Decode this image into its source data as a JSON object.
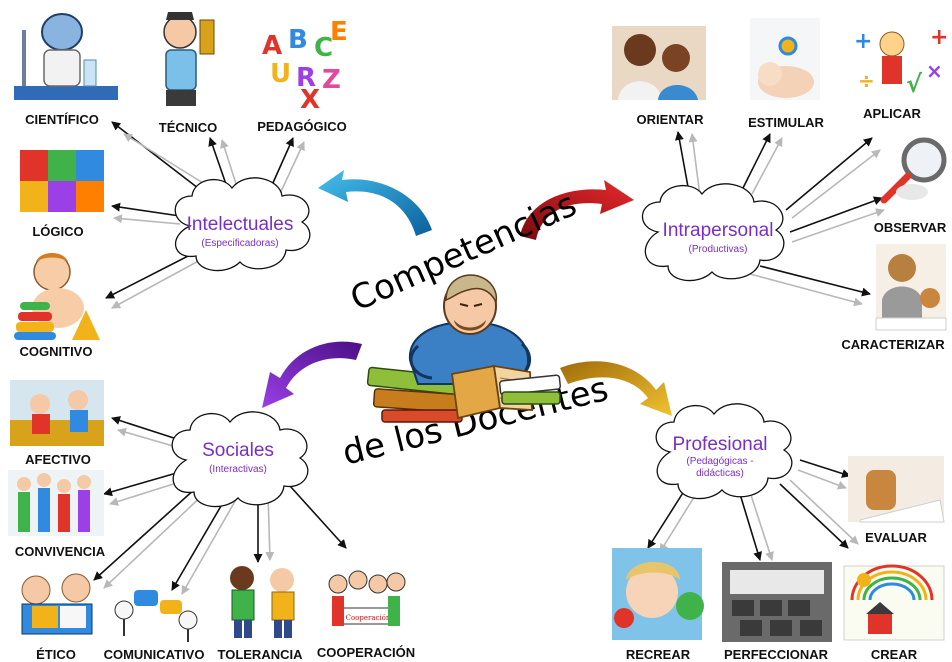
{
  "center": {
    "line1": "Competencias",
    "line2": "de los Docentes"
  },
  "clouds": {
    "intelectuales": {
      "title": "Intelectuales",
      "subtitle": "(Especificadoras)"
    },
    "intrapersonal": {
      "title": "Intrapersonal",
      "subtitle": "(Productivas)"
    },
    "sociales": {
      "title": "Sociales",
      "subtitle": "(Interactivas)"
    },
    "profesional": {
      "title": "Profesional",
      "subtitle_line1": "(Pedagógicas -",
      "subtitle_line2": "didácticas)"
    }
  },
  "labels": {
    "cientifico": "CIENTÍFICO",
    "tecnico": "TÉCNICO",
    "pedagogico": "PEDAGÓGICO",
    "logico": "LÓGICO",
    "cognitivo": "COGNITIVO",
    "orientar": "ORIENTAR",
    "estimular": "ESTIMULAR",
    "aplicar": "APLICAR",
    "observar": "OBSERVAR",
    "caracterizar": "CARACTERIZAR",
    "afectivo": "AFECTIVO",
    "convivencia": "CONVIVENCIA",
    "etico": "ÉTICO",
    "comunicativo": "COMUNICATIVO",
    "tolerancia": "TOLERANCIA",
    "cooperacion": "COOPERACIÓN",
    "evaluar": "EVALUAR",
    "recrear": "RECREAR",
    "perfeccionar": "PERFECCIONAR",
    "crear": "CREAR"
  },
  "small_sign": "Cooperación",
  "colors": {
    "arrow_blue": "#2a9fd6",
    "arrow_red": "#c8151b",
    "arrow_purple": "#7b1fc9",
    "arrow_gold": "#d8a21a",
    "cloud_text": "#7a2fc4"
  }
}
